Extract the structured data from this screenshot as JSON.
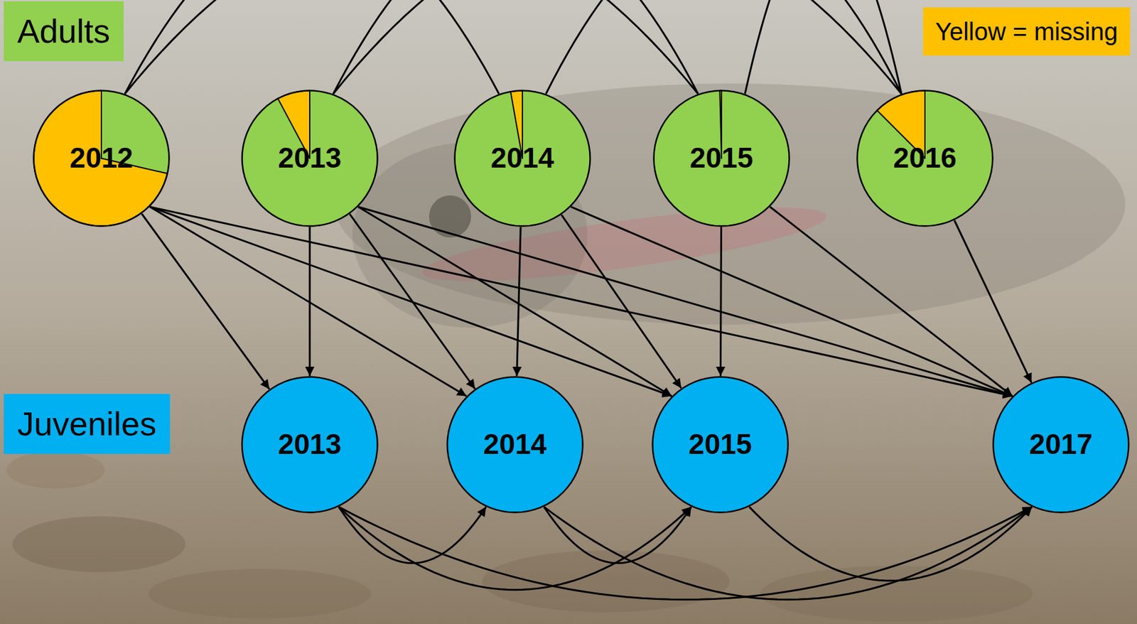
{
  "diagram": {
    "nodes": [
      {
        "text": [
          "Adults"
        ]
      },
      {
        "text": [
          "2012"
        ]
      },
      {
        "text": [
          "2013"
        ]
      },
      {
        "text": [
          "2014"
        ]
      },
      {
        "text": [
          "2015"
        ]
      },
      {
        "text": [
          "2016"
        ]
      },
      {
        "text": [
          "Juveniles"
        ]
      },
      {
        "text": [
          "2013"
        ]
      },
      {
        "text": [
          "2014"
        ]
      },
      {
        "text": [
          "2015"
        ]
      },
      {
        "text": [
          "2017"
        ]
      }
    ],
    "edges": [
      {
        "from": 1,
        "to": 3,
        "arrow": "none"
      },
      {
        "from": 1,
        "to": 4,
        "arrow": "none"
      },
      {
        "from": 2,
        "to": 4,
        "arrow": "none"
      },
      {
        "from": 2,
        "to": 5,
        "arrow": "none"
      },
      {
        "from": 3,
        "to": 5,
        "arrow": "none"
      },
      {
        "from": 4,
        "to": 5,
        "arrow": "none"
      },
      {
        "from": 1,
        "to": 7,
        "arrow": "to"
      },
      {
        "from": 1,
        "to": 8,
        "arrow": "to"
      },
      {
        "from": 1,
        "to": 9,
        "arrow": "to"
      },
      {
        "from": 1,
        "to": 10,
        "arrow": "to"
      },
      {
        "from": 2,
        "to": 7,
        "arrow": "to"
      },
      {
        "from": 2,
        "to": 8,
        "arrow": "to"
      },
      {
        "from": 2,
        "to": 9,
        "arrow": "to"
      },
      {
        "from": 2,
        "to": 10,
        "arrow": "to"
      },
      {
        "from": 3,
        "to": 8,
        "arrow": "to"
      },
      {
        "from": 3,
        "to": 9,
        "arrow": "to"
      },
      {
        "from": 3,
        "to": 10,
        "arrow": "to"
      },
      {
        "from": 4,
        "to": 9,
        "arrow": "to"
      },
      {
        "from": 4,
        "to": 10,
        "arrow": "to"
      },
      {
        "from": 5,
        "to": 10,
        "arrow": "to"
      },
      {
        "from": 7,
        "to": 8,
        "arrow": "to"
      },
      {
        "from": 7,
        "to": 9,
        "arrow": "to"
      },
      {
        "from": 7,
        "to": 10,
        "arrow": "to"
      },
      {
        "from": 8,
        "to": 9,
        "arrow": "to"
      },
      {
        "from": 8,
        "to": 10,
        "arrow": "to"
      },
      {
        "from": 9,
        "to": 10,
        "arrow": "to"
      }
    ],
    "legend": [
      {
        "text": "Yellow = missing",
        "color": "#ffc000"
      }
    ]
  }
}
